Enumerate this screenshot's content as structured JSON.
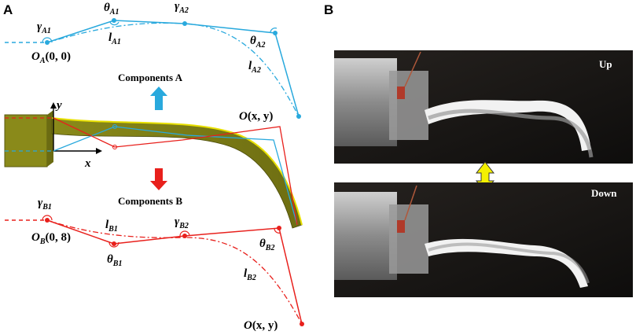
{
  "panels": {
    "a": {
      "letter": "A"
    },
    "b": {
      "letter": "B"
    }
  },
  "components": {
    "a_label": "Components A",
    "b_label": "Components B"
  },
  "axes": {
    "x": "x",
    "y": "y"
  },
  "symbols": {
    "gamma": "γ",
    "theta": "θ",
    "l": "l",
    "O": "O"
  },
  "subscripts": {
    "A1": "A1",
    "A2": "A2",
    "B1": "B1",
    "B2": "B2",
    "A": "A",
    "B": "B"
  },
  "coords": {
    "origin_a": "(0, 0)",
    "origin_b": "(0, 8)",
    "tip": "(x, y)"
  },
  "photos": {
    "up": "Up",
    "down": "Down"
  },
  "colors": {
    "components_a": "#29a9dd",
    "components_b": "#e8201c",
    "body": "#8a8a1a",
    "body_highlight": "#e8e000",
    "arrow_between": "#f4f000"
  }
}
